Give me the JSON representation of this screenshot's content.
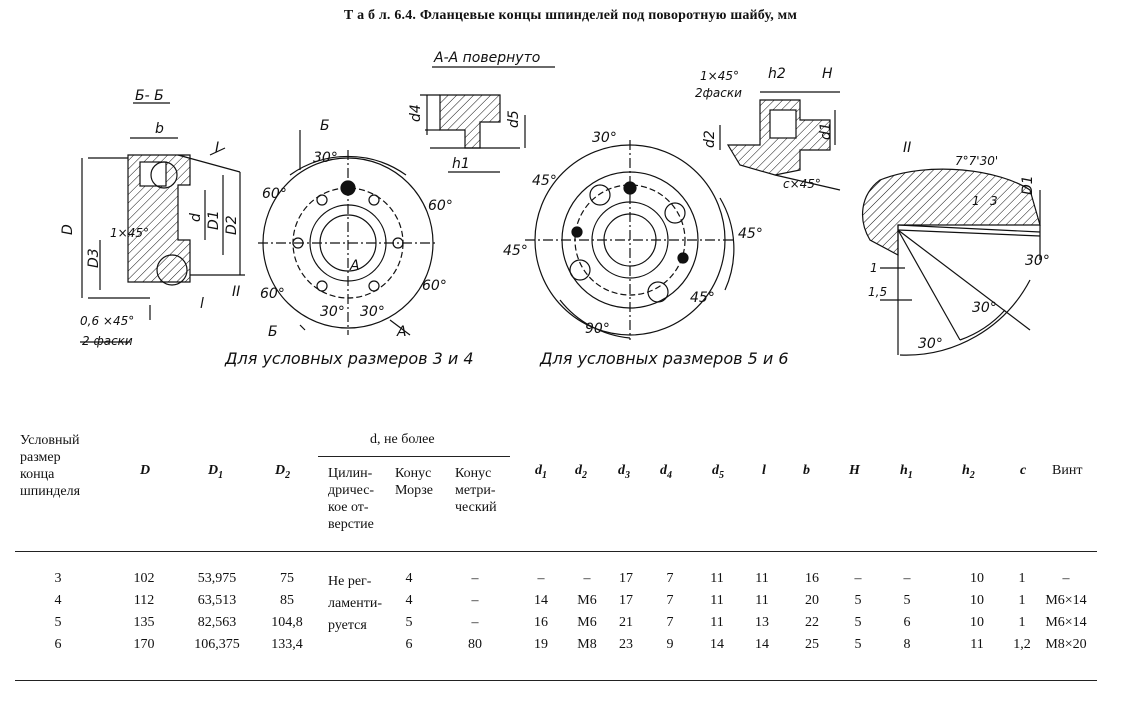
{
  "caption": "Т а б л. 6.4. Фланцевые концы шпинделей под поворотную шайбу, мм",
  "drawing": {
    "section_bb": "Б- Б",
    "section_aa": "А-А повернуто",
    "caption_34": "Для условных размеров 3 и 4",
    "caption_56": "Для условных размеров 5 и 6",
    "roman_1": "I",
    "roman_2": "II",
    "labels": {
      "b": "b",
      "D": "D",
      "D1": "D1",
      "D2": "D2",
      "D3": "D3",
      "d": "d",
      "l": "l",
      "d1": "d1",
      "d2": "d2",
      "d4": "d4",
      "d5": "d5",
      "h1": "h1",
      "h2": "h2",
      "H": "H",
      "chamfer_1x45": "1×45°",
      "chamfer_06": "0,6 ×45°",
      "two_chamfers": "2 фаски",
      "chamfer_1x45b": "1×45°",
      "two_chamfers_b": "2фаски",
      "cx45": "c×45°",
      "A": "A",
      "B": "Б",
      "a30": "30°",
      "a60": "60°",
      "a45": "45°",
      "a90": "90°",
      "taper": "7°7'30'",
      "one": "1",
      "three": "3",
      "one_b": "1",
      "onefive": "1,5"
    }
  },
  "table": {
    "headers": {
      "size": [
        "Условный",
        "размер",
        "конца",
        "шпинделя"
      ],
      "D": "D",
      "D1": "D",
      "D1_sub": "1",
      "D2": "D",
      "D2_sub": "2",
      "d_group": "d, не более",
      "cyl": [
        "Цилин-",
        "дричес-",
        "кое от-",
        "верстие"
      ],
      "morse": [
        "Конус",
        "Морзе"
      ],
      "metric": [
        "Конус",
        "метри-",
        "ческий"
      ],
      "d1": "d",
      "d1_sub": "1",
      "d2": "d",
      "d2_sub": "2",
      "d3": "d",
      "d3_sub": "3",
      "d4": "d",
      "d4_sub": "4",
      "d5": "d",
      "d5_sub": "5",
      "l": "l",
      "b": "b",
      "H": "H",
      "h1": "h",
      "h1_sub": "1",
      "h2": "h",
      "h2_sub": "2",
      "c": "c",
      "screw": "Винт"
    },
    "cyl_note": [
      "Не рег-",
      "ламенти-",
      "руется"
    ],
    "rows": [
      [
        "3",
        "102",
        "53,975",
        "75",
        "4",
        "–",
        "–",
        "–",
        "17",
        "7",
        "11",
        "11",
        "16",
        "–",
        "–",
        "10",
        "1",
        "–"
      ],
      [
        "4",
        "112",
        "63,513",
        "85",
        "4",
        "–",
        "14",
        "М6",
        "17",
        "7",
        "11",
        "11",
        "20",
        "5",
        "5",
        "10",
        "1",
        "М6×14"
      ],
      [
        "5",
        "135",
        "82,563",
        "104,8",
        "5",
        "–",
        "16",
        "М6",
        "21",
        "7",
        "11",
        "13",
        "22",
        "5",
        "6",
        "10",
        "1",
        "М6×14"
      ],
      [
        "6",
        "170",
        "106,375",
        "133,4",
        "6",
        "80",
        "19",
        "М8",
        "23",
        "9",
        "14",
        "14",
        "25",
        "5",
        "8",
        "11",
        "1,2",
        "М8×20"
      ]
    ]
  }
}
